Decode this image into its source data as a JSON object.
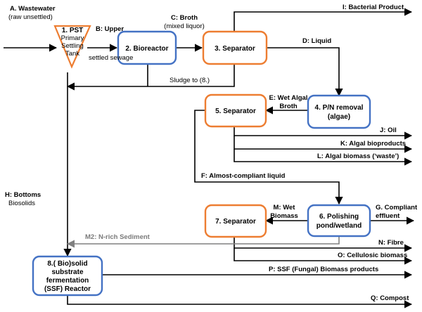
{
  "colors": {
    "orange": "#ED7D31",
    "blue": "#4472C4",
    "line": "#000000",
    "gray_line": "#808080"
  },
  "nodes": {
    "pst": {
      "line1": "1. PST",
      "line2": "Primary",
      "line3": "Settling",
      "line4": "Tank"
    },
    "bioreactor": {
      "label": "2.  Bioreactor"
    },
    "separator3": {
      "label": "3. Separator"
    },
    "pn_removal": {
      "line1": "4. P/N removal",
      "line2": "(algae)"
    },
    "separator5": {
      "label": "5. Separator"
    },
    "polishing": {
      "line1": "6. Polishing",
      "line2": "pond/wetland"
    },
    "separator7": {
      "label": "7. Separator"
    },
    "ssf": {
      "line1": "8.( Bio)solid",
      "line2": "substrate",
      "line3": "fermentation",
      "line4": "(SSF) Reactor"
    }
  },
  "streams": {
    "A": {
      "line1": "A. Wastewater",
      "line2": "(raw unsettled)"
    },
    "B": {
      "line1": "B: Upper",
      "line2": "settled sewage"
    },
    "C": {
      "line1": "C: Broth",
      "line2": "(mixed liquor)"
    },
    "D": "D: Liquid",
    "E": {
      "line1": "E: Wet Algal",
      "line2": "Broth"
    },
    "F": "F: Almost-compliant liquid",
    "G": {
      "line1": "G. Compliant",
      "line2": "effluent"
    },
    "H": {
      "line1": "H: Bottoms",
      "line2": "Biosolids"
    },
    "I": "I: Bacterial Product",
    "J": "J: Oil",
    "K": "K: Algal bioproducts",
    "L": "L: Algal biomass (‘waste’)",
    "M": {
      "line1": "M: Wet",
      "line2": "Biomass"
    },
    "M2": "M2: N-rich Sediment",
    "N": "N: Fibre",
    "O": "O: Cellulosic biomass",
    "P": "P: SSF (Fungal) Biomass products",
    "Q": "Q: Compost",
    "sludge": "Sludge to (8.)"
  }
}
